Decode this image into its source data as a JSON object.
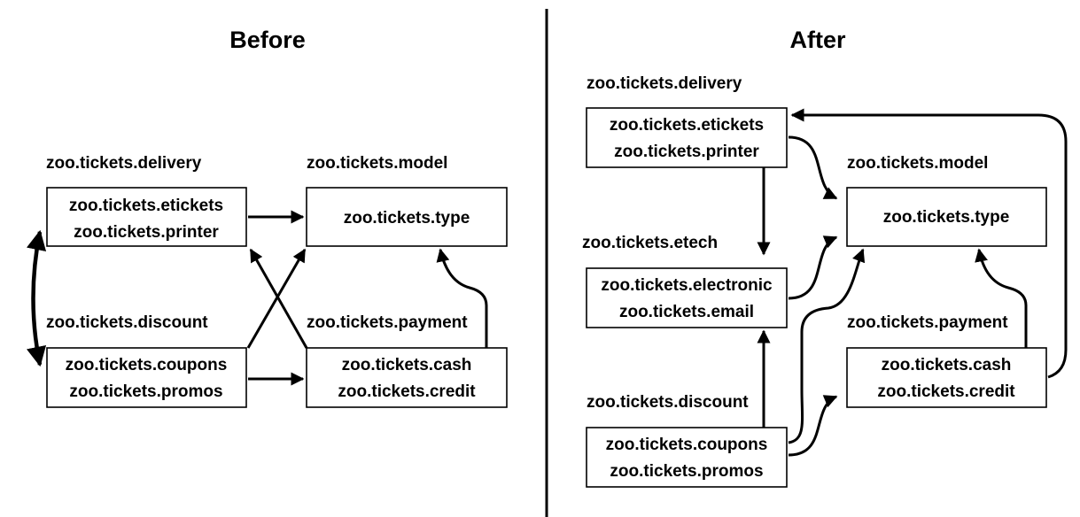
{
  "before": {
    "title": "Before",
    "delivery": {
      "label": "zoo.tickets.delivery",
      "line1": "zoo.tickets.etickets",
      "line2": "zoo.tickets.printer"
    },
    "model": {
      "label": "zoo.tickets.model",
      "line1": "zoo.tickets.type"
    },
    "discount": {
      "label": "zoo.tickets.discount",
      "line1": "zoo.tickets.coupons",
      "line2": "zoo.tickets.promos"
    },
    "payment": {
      "label": "zoo.tickets.payment",
      "line1": "zoo.tickets.cash",
      "line2": "zoo.tickets.credit"
    }
  },
  "after": {
    "title": "After",
    "delivery": {
      "label": "zoo.tickets.delivery",
      "line1": "zoo.tickets.etickets",
      "line2": "zoo.tickets.printer"
    },
    "model": {
      "label": "zoo.tickets.model",
      "line1": "zoo.tickets.type"
    },
    "etech": {
      "label": "zoo.tickets.etech",
      "line1": "zoo.tickets.electronic",
      "line2": "zoo.tickets.email"
    },
    "payment": {
      "label": "zoo.tickets.payment",
      "line1": "zoo.tickets.cash",
      "line2": "zoo.tickets.credit"
    },
    "discount": {
      "label": "zoo.tickets.discount",
      "line1": "zoo.tickets.coupons",
      "line2": "zoo.tickets.promos"
    }
  }
}
